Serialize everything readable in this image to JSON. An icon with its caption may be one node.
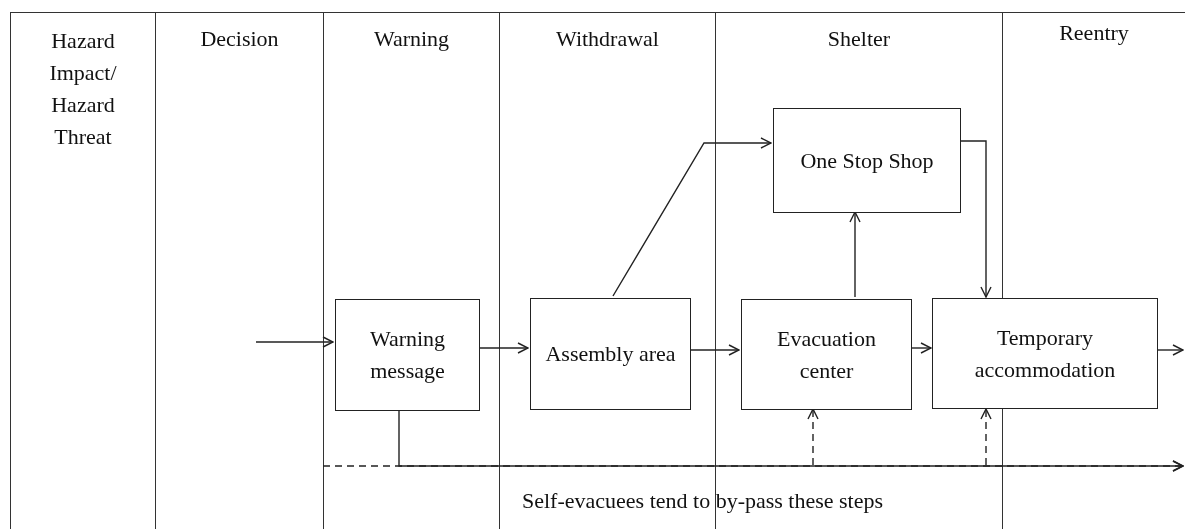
{
  "diagram": {
    "nodes": [
      {
        "text": [
          "Hazard Impact/ Hazard Threat"
        ]
      },
      {
        "text": [
          "Decision"
        ]
      },
      {
        "text": [
          "Warning"
        ]
      },
      {
        "text": [
          "Withdrawal"
        ]
      },
      {
        "text": [
          "Shelter"
        ]
      },
      {
        "text": [
          "Reentry"
        ]
      },
      {
        "text": [
          "Warning message"
        ],
        "in": 2
      },
      {
        "text": [
          "Assembly area"
        ],
        "in": 3
      },
      {
        "text": [
          "One Stop Shop"
        ],
        "in": 4
      },
      {
        "text": [
          "Evacuation center"
        ],
        "in": 4
      },
      {
        "text": [
          "Temporary accommodation"
        ]
      }
    ],
    "edges": [
      {
        "from": 1,
        "to": 6,
        "arrow": "to"
      },
      {
        "from": 6,
        "to": 7,
        "arrow": "to"
      },
      {
        "from": 7,
        "to": 9,
        "arrow": "to"
      },
      {
        "from": 9,
        "to": 10,
        "arrow": "to"
      },
      {
        "from": 10,
        "to": 5,
        "arrow": "to"
      },
      {
        "from": 7,
        "to": 8,
        "arrow": "to"
      },
      {
        "from": 9,
        "to": 8,
        "arrow": "to"
      },
      {
        "from": 8,
        "to": 10,
        "arrow": "to"
      },
      {
        "from": 6,
        "to": 5,
        "arrow": "to"
      },
      {
        "from": null,
        "to": 9,
        "arrow": "to",
        "style": "dashed"
      },
      {
        "from": null,
        "to": 10,
        "arrow": "to",
        "style": "dashed"
      },
      {
        "from": 1,
        "to": 5,
        "arrow": "to",
        "style": "dashed"
      }
    ],
    "labels": [
      "Self-evacuees tend to by-pass these steps"
    ]
  }
}
